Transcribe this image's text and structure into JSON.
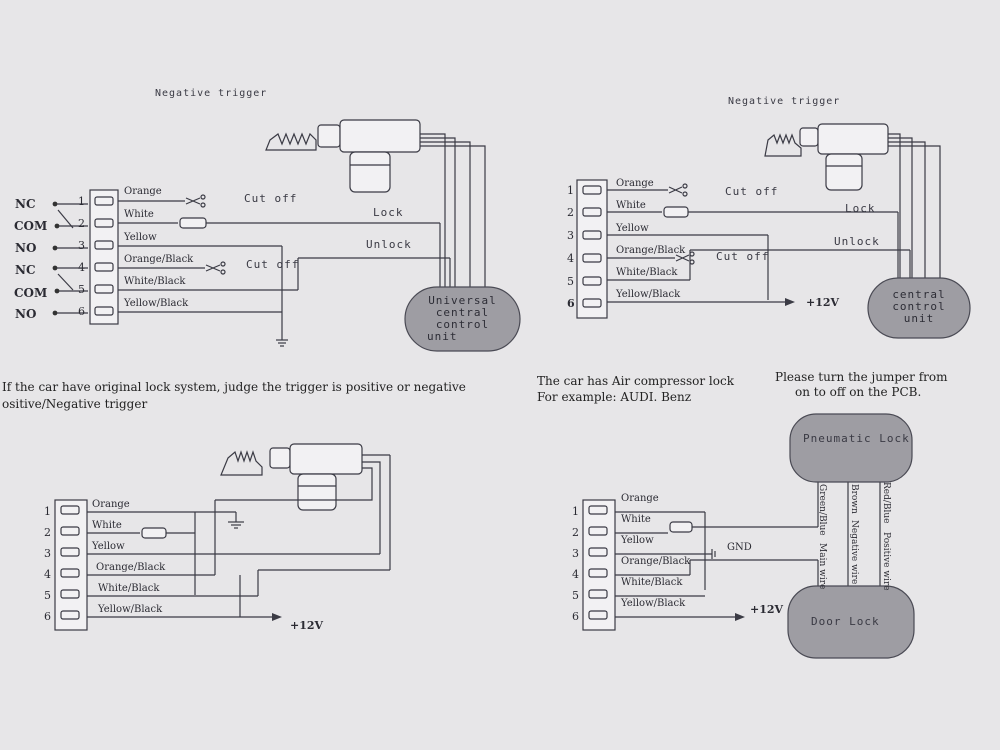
{
  "diagram1": {
    "title": "Negative trigger",
    "terminals": [
      "NC",
      "COM",
      "NO",
      "NC",
      "COM",
      "NO"
    ],
    "pins": [
      "1",
      "2",
      "3",
      "4",
      "5",
      "6"
    ],
    "wires": [
      "Orange",
      "White",
      "Yellow",
      "Orange/Black",
      "White/Black",
      "Yellow/Black"
    ],
    "cut1": "Cut off",
    "cut2": "Cut off",
    "lock": "Lock",
    "unlock": "Unlock",
    "unit": [
      "Universal",
      "central",
      "control",
      "unit"
    ]
  },
  "diagram2": {
    "title": "Negative trigger",
    "pins": [
      "1",
      "2",
      "3",
      "4",
      "5",
      "6"
    ],
    "wires": [
      "Orange",
      "White",
      "Yellow",
      "Orange/Black",
      "White/Black",
      "Yellow/Black"
    ],
    "cut1": "Cut off",
    "cut2": "Cut off",
    "lock": "Lock",
    "unlock": "Unlock",
    "power": "+12V",
    "unit": [
      "central",
      "control",
      "unit"
    ]
  },
  "diagram3": {
    "note_line1": "If the car have original lock system, judge the trigger is positive or negative",
    "note_line2": "ositive/Negative  trigger",
    "pins": [
      "1",
      "2",
      "3",
      "4",
      "5",
      "6"
    ],
    "wires": [
      "Orange",
      "White",
      "Yellow",
      "Orange/Black",
      "White/Black",
      "Yellow/Black"
    ],
    "power": "+12V"
  },
  "diagram4": {
    "note_left1": "The car has Air compressor lock",
    "note_left2": "For example: AUDI. Benz",
    "note_right1": "Please turn the jumper from",
    "note_right2": "on to off on the PCB.",
    "pins": [
      "1",
      "2",
      "3",
      "4",
      "5",
      "6"
    ],
    "wires": [
      "Orange",
      "White",
      "Yellow",
      "Orange/Black",
      "White/Black",
      "Yellow/Black"
    ],
    "gnd": "GND",
    "power": "+12V",
    "pneumatic": "Pneumatic Lock",
    "door": "Door Lock",
    "vlabels": [
      "Green/Blue",
      "Main wire",
      "Brown",
      "Negative wire",
      "Red/Blue",
      "Positive wire"
    ]
  }
}
